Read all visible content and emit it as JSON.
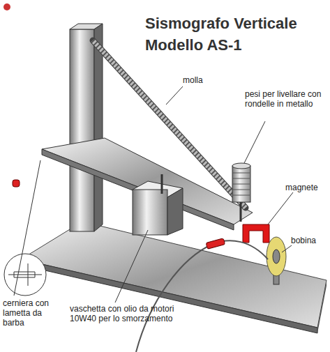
{
  "diagram": {
    "title": "Sismografo Verticale Modello AS-1",
    "labels": [
      "molla",
      "pesi per livellare con rondelle in metallo",
      "magnete",
      "bobina",
      "cerniera con lametta da barba",
      "vaschetta con olio da motori 10W40 per lo smorzamento"
    ]
  }
}
